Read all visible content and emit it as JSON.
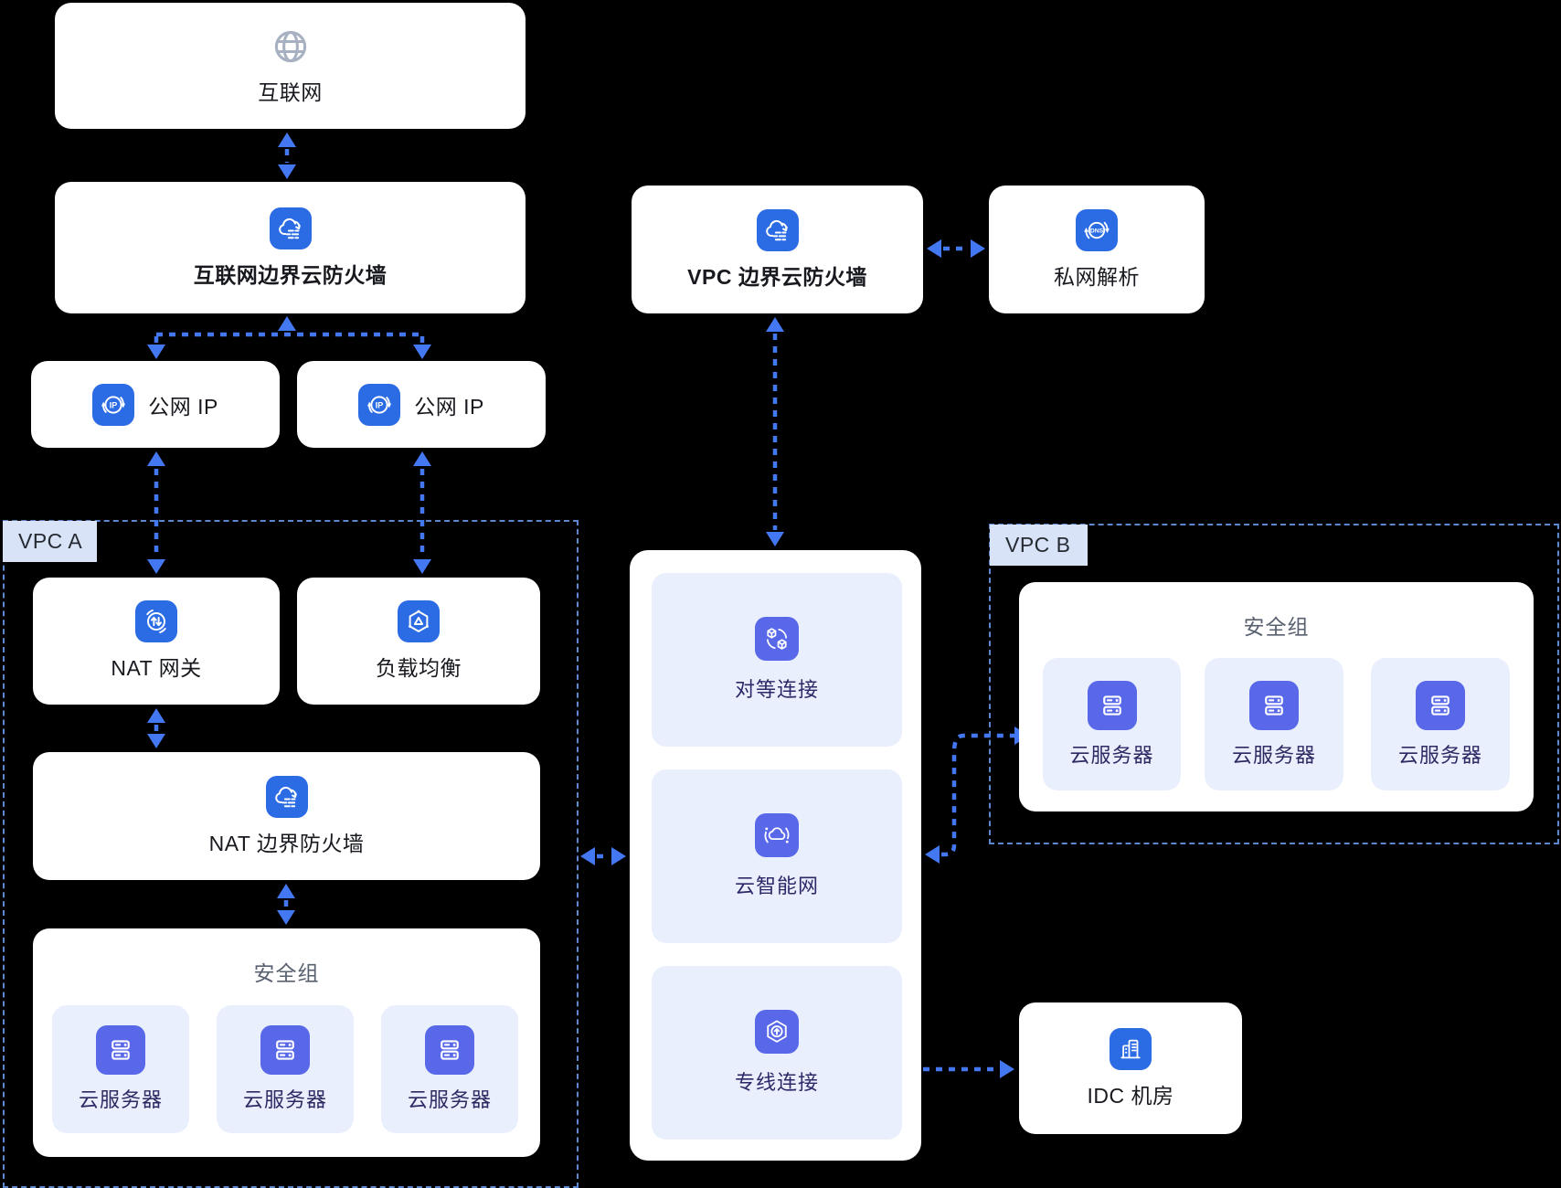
{
  "colors": {
    "background": "#000000",
    "node_bg": "#ffffff",
    "card_bg": "#e9effc",
    "icon_blue": "#2b6ce4",
    "icon_indigo": "#5868e8",
    "arrow": "#4478f2",
    "vpc_border": "#5d87cf",
    "chip_bg": "#d8e3f8",
    "label_dark": "#17191f",
    "group_title_gray": "#596070",
    "mid_card_label": "#2e2768",
    "server_label": "#2c2963",
    "globe_gray": "#a8b1c1"
  },
  "nodes": {
    "internet": {
      "label": "互联网",
      "icon": "globe-icon"
    },
    "internet_firewall": {
      "label": "互联网边界云防火墙",
      "icon": "cloud-firewall-icon"
    },
    "public_ip_1": {
      "label": "公网 IP",
      "icon": "ip-icon"
    },
    "public_ip_2": {
      "label": "公网 IP",
      "icon": "ip-icon"
    },
    "nat_gateway": {
      "label": "NAT 网关",
      "icon": "nat-gateway-icon"
    },
    "load_balancer": {
      "label": "负载均衡",
      "icon": "load-balancer-icon"
    },
    "nat_firewall": {
      "label": "NAT 边界防火墙",
      "icon": "cloud-firewall-icon"
    },
    "vpc_firewall": {
      "label": "VPC 边界云防火墙",
      "icon": "cloud-firewall-icon"
    },
    "private_dns": {
      "label": "私网解析",
      "icon": "dns-icon"
    },
    "peering": {
      "label": "对等连接",
      "icon": "peering-icon"
    },
    "cen": {
      "label": "云智能网",
      "icon": "cen-icon"
    },
    "express_connect": {
      "label": "专线连接",
      "icon": "express-connect-icon"
    },
    "idc": {
      "label": "IDC 机房",
      "icon": "idc-icon"
    }
  },
  "groups": {
    "vpc_a": {
      "label": "VPC A",
      "security_group_title": "安全组",
      "servers": [
        "云服务器",
        "云服务器",
        "云服务器"
      ]
    },
    "vpc_b": {
      "label": "VPC B",
      "security_group_title": "安全组",
      "servers": [
        "云服务器",
        "云服务器",
        "云服务器"
      ]
    }
  }
}
